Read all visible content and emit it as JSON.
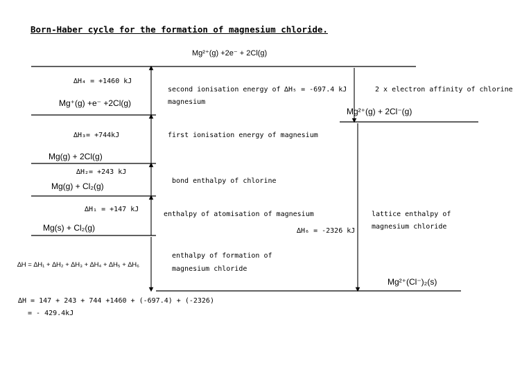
{
  "title": "Born-Haber cycle for the formation of magnesium chloride.",
  "levels": {
    "top": "Mg²⁺(g) +2e⁻ + 2Cl(g)",
    "mg_plus": "Mg⁺(g) +e⁻ +2Cl(g)",
    "mg_ions": "Mg²⁺(g) +   2Cl⁻(g)",
    "mg_g_cl": "Mg(g)  + 2Cl(g)",
    "mg_g_cl2": "Mg(g)   +   Cl₂(g)",
    "mg_s_cl2": "Mg(s)   +   Cl₂(g)",
    "product": "Mg²⁺(Cl⁻)₂(s)"
  },
  "steps": {
    "dh4": "∆H₄ = +1460 kJ",
    "dh4_desc_1": "second ionisation energy of",
    "dh4_desc_2": "magnesium",
    "dh5": "∆H₅ = -697.4 kJ",
    "dh5_desc": "2 x electron affinity of chlorine",
    "dh3": "∆H₃= +744kJ",
    "dh3_desc": "first ionisation energy of magnesium",
    "dh2": "∆H₂= +243 kJ",
    "dh2_desc": "bond enthalpy of chlorine",
    "dh1": "∆H₁ = +147 kJ",
    "dh1_desc": "enthalpy of atomisation of magnesium",
    "dh6": "∆H₆ = -2326 kJ",
    "dh6_desc_1": "lattice enthalpy of",
    "dh6_desc_2": "magnesium chloride",
    "formation_desc_1": "enthalpy of formation of",
    "formation_desc_2": "magnesium chloride"
  },
  "equations": {
    "sum": "∆H = ∆H₁ + ∆H₂ + ∆H₃ + ∆H₄ + ∆H₅ + ∆H₆",
    "calc": "∆H = 147 + 243 + 744 +1460 + (-697.4) + (-2326)",
    "result": "=  - 429.4kJ"
  }
}
